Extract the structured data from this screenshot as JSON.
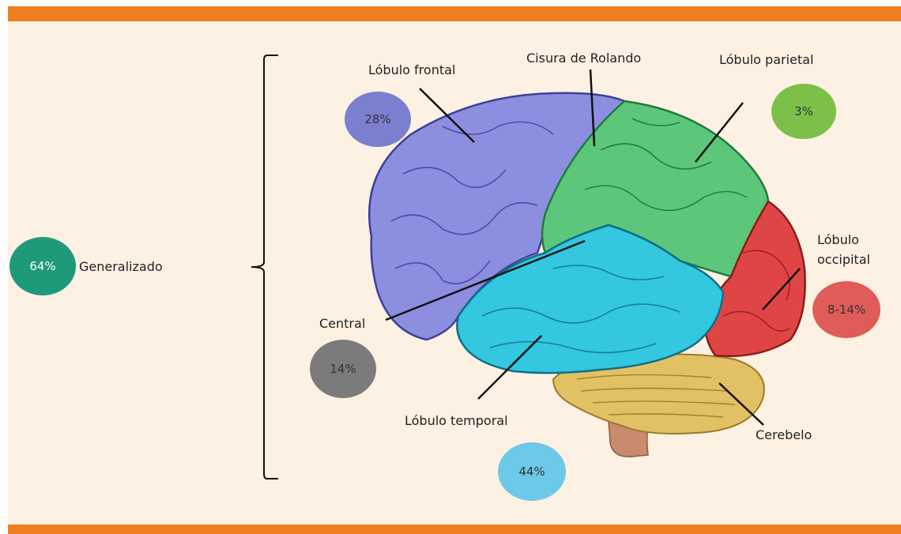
{
  "labels": {
    "generalizado": "Generalizado",
    "frontal": "Lóbulo frontal",
    "rolando": "Cisura de Rolando",
    "parietal": "Lóbulo parietal",
    "occipital_line1": "Lóbulo",
    "occipital_line2": "occipital",
    "central": "Central",
    "temporal": "Lóbulo temporal",
    "cerebelo": "Cerebelo"
  },
  "badges": {
    "generalizado": "64%",
    "frontal": "28%",
    "parietal": "3%",
    "occipital": "8-14%",
    "central": "14%",
    "temporal": "44%"
  },
  "colors": {
    "orange_bar": "#ee7e1f",
    "panel_bg": "#fdf1e3",
    "generalizado": "#1e9a7a",
    "frontal": "#7b7fcf",
    "parietal": "#7cc04a",
    "occipital": "#e05c58",
    "central": "#7b7b7b",
    "temporal": "#6cc9e8"
  }
}
